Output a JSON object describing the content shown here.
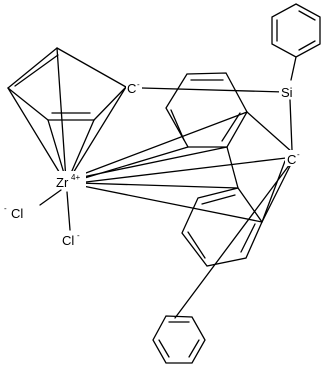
{
  "atoms": {
    "zr": {
      "symbol": "Zr",
      "charge": "4+"
    },
    "si": {
      "symbol": "Si",
      "charge": ""
    },
    "cl1": {
      "symbol": "Cl",
      "charge": "-",
      "charge_before": true
    },
    "cl2": {
      "symbol": "Cl",
      "charge": "-"
    },
    "c_cp": {
      "symbol": "C",
      "charge": "-"
    },
    "c_fl": {
      "symbol": "C",
      "charge": "-"
    }
  },
  "colors": {
    "bond": "#000000",
    "background": "#ffffff"
  }
}
